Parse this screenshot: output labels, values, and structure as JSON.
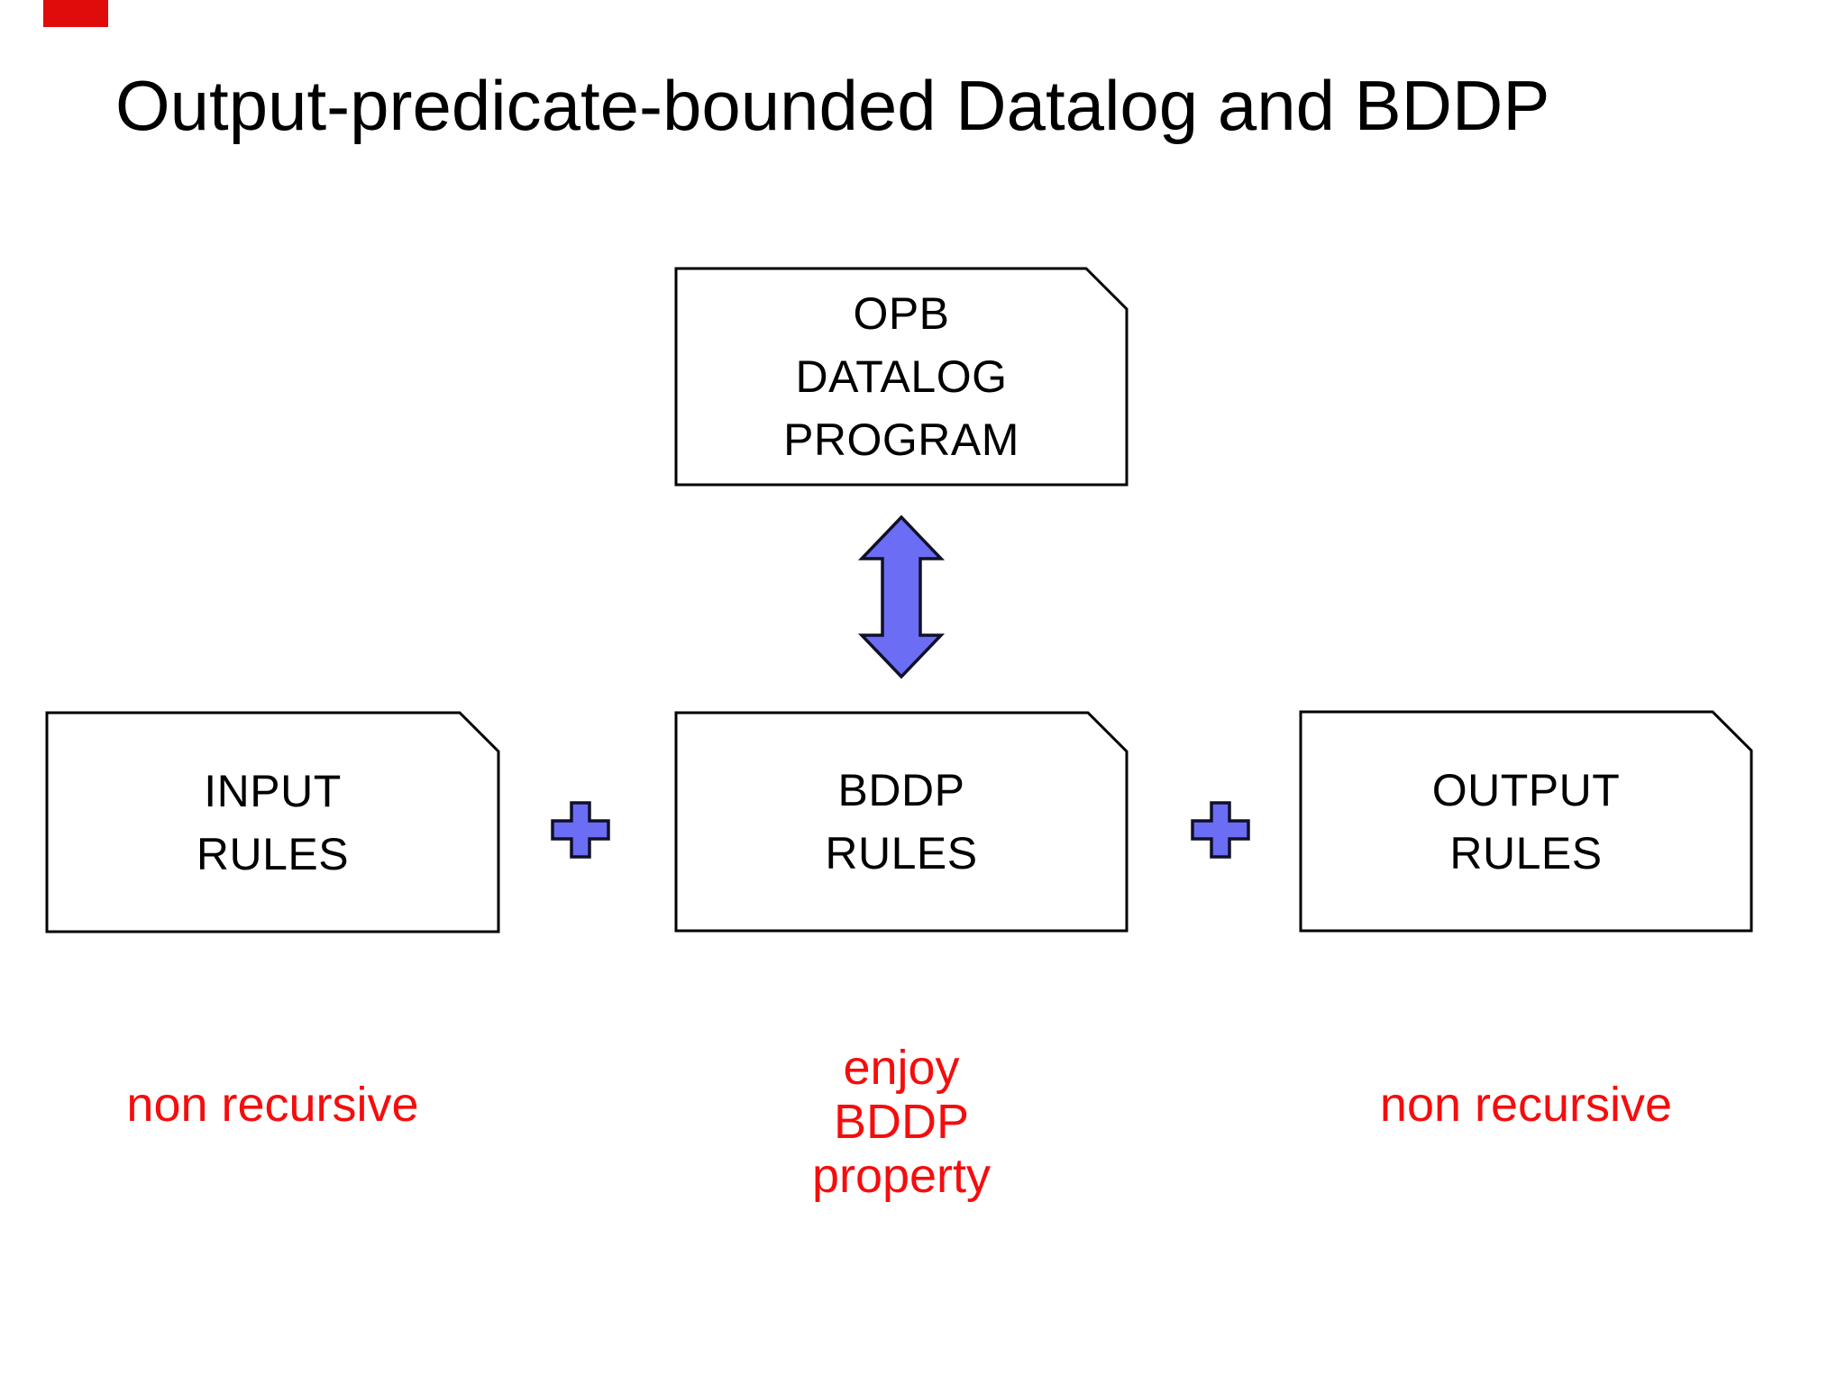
{
  "slide": {
    "title": "Output-predicate-bounded Datalog and BDDP",
    "boxes": {
      "program": {
        "label": "OPB\nDATALOG\nPROGRAM"
      },
      "input": {
        "label": "INPUT\nRULES"
      },
      "bddp": {
        "label": "BDDP\nRULES"
      },
      "output": {
        "label": "OUTPUT\nRULES"
      }
    },
    "annotations": {
      "input_note": "non recursive",
      "bddp_note": "enjoy\nBDDP\nproperty",
      "output_note": "non recursive"
    },
    "colors": {
      "accent_blue": "#6B6DF4",
      "shape_outline": "#101028",
      "note_red": "#F50D0D",
      "marker_red": "#E00B0B",
      "text_black": "#000000",
      "background": "#FFFFFF"
    }
  }
}
